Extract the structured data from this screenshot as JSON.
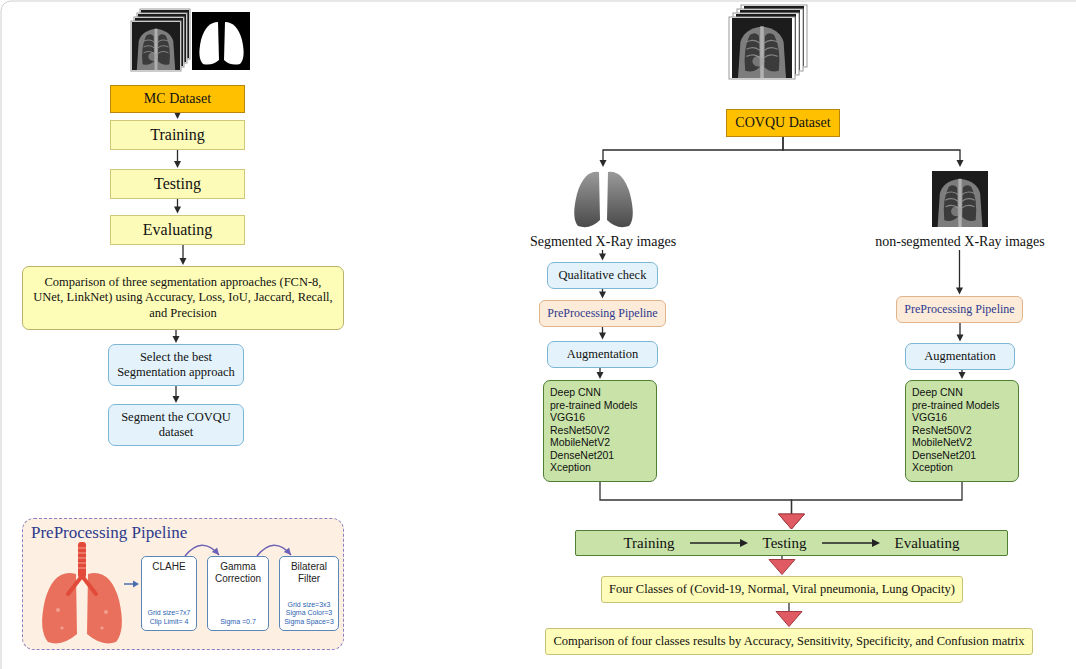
{
  "diagram": {
    "nodes": [
      {
        "text": [
          "MC Dataset"
        ]
      },
      {
        "text": [
          "Training"
        ]
      },
      {
        "text": [
          "Testing"
        ]
      },
      {
        "text": [
          "Evaluating"
        ]
      },
      {
        "text": [
          "Comparison of three segmentation approaches (FCN-8, UNet, LinkNet) using Accuracy, Loss, IoU, Jaccard, Recall, and Precision"
        ]
      },
      {
        "text": [
          "Select the best Segmentation approach"
        ]
      },
      {
        "text": [
          "Segment the COVQU dataset"
        ]
      },
      {
        "text": [
          "PreProcessing Pipeline"
        ]
      },
      {
        "text": [
          "CLAHE",
          "Grid size=7x7 Clip Limit= 4"
        ],
        "in": 7
      },
      {
        "text": [
          "Gamma Correction",
          "Sigma =0.7"
        ],
        "in": 7
      },
      {
        "text": [
          "Bilateral Filter",
          "Grid size=3x3 Sigma Color=3 Sigma Space=3"
        ],
        "in": 7
      },
      {
        "text": [
          "COVQU Dataset"
        ]
      },
      {
        "text": [
          "Segmented X-Ray images"
        ]
      },
      {
        "text": [
          "non-segmented X-Ray images"
        ]
      },
      {
        "text": [
          "Qualitative check"
        ]
      },
      {
        "text": [
          "PreProcessing Pipeline"
        ]
      },
      {
        "text": [
          "Augmentation"
        ]
      },
      {
        "text": [
          "Deep CNN",
          "pre-trained Models",
          "VGG16",
          "ResNet50V2",
          "MobileNetV2",
          "DenseNet201",
          "Xception"
        ]
      },
      {
        "text": [
          "PreProcessing Pipeline"
        ]
      },
      {
        "text": [
          "Augmentation"
        ]
      },
      {
        "text": [
          "Deep CNN",
          "pre-trained Models",
          "VGG16",
          "ResNet50V2",
          "MobileNetV2",
          "DenseNet201",
          "Xception"
        ]
      },
      {
        "text": [
          "Training",
          "Testing",
          "Evaluating"
        ]
      },
      {
        "text": [
          "Four Classes of (Covid-19, Normal, Viral pneumonia, Lung Opacity)"
        ]
      },
      {
        "text": [
          "Comparison of four classes results by Accuracy, Sensitivity, Specificity, and Confusion matrix"
        ]
      }
    ],
    "edges": [
      {
        "from": 0,
        "to": 1,
        "arrow": "to"
      },
      {
        "from": 1,
        "to": 2,
        "arrow": "to"
      },
      {
        "from": 2,
        "to": 3,
        "arrow": "to"
      },
      {
        "from": 3,
        "to": 4,
        "arrow": "to"
      },
      {
        "from": 4,
        "to": 5,
        "arrow": "to"
      },
      {
        "from": 5,
        "to": 6,
        "arrow": "to"
      },
      {
        "from": 8,
        "to": 9,
        "arrow": "to"
      },
      {
        "from": 9,
        "to": 10,
        "arrow": "to"
      },
      {
        "from": 11,
        "to": 12,
        "arrow": "to"
      },
      {
        "from": 11,
        "to": 13,
        "arrow": "to"
      },
      {
        "from": 12,
        "to": 14,
        "arrow": "to"
      },
      {
        "from": 14,
        "to": 15,
        "arrow": "to"
      },
      {
        "from": 15,
        "to": 16,
        "arrow": "to"
      },
      {
        "from": 16,
        "to": 17,
        "arrow": "to"
      },
      {
        "from": 13,
        "to": 18,
        "arrow": "to"
      },
      {
        "from": 18,
        "to": 19,
        "arrow": "to"
      },
      {
        "from": 19,
        "to": 20,
        "arrow": "to"
      },
      {
        "from": 17,
        "to": 21,
        "arrow": "to"
      },
      {
        "from": 20,
        "to": 21,
        "arrow": "to"
      },
      {
        "from": 21,
        "to": 22,
        "arrow": "to"
      },
      {
        "from": 22,
        "to": 23,
        "arrow": "to"
      }
    ]
  }
}
